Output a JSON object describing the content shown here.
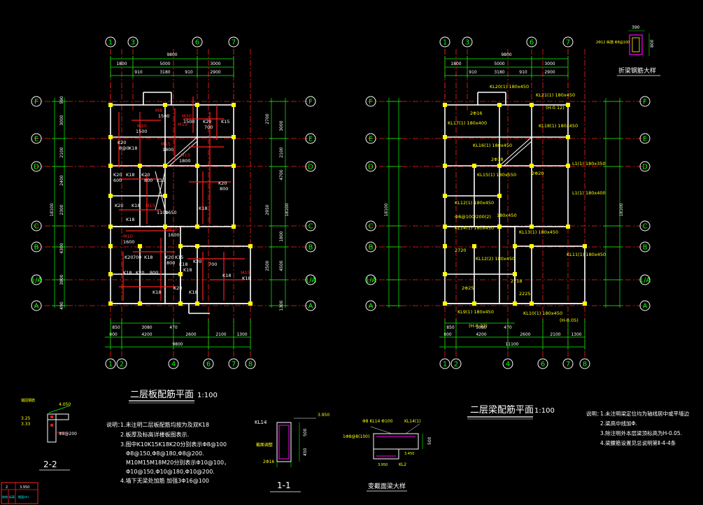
{
  "colors": {
    "background": "#000000",
    "wall": "#ffffff",
    "axis": "#ff2020",
    "dim": "#00ff00",
    "rebar": "#ff2020",
    "beam_label": "#ffff00",
    "note": "#ffffff",
    "bubble_fill": "#00ff00",
    "highlight": "#ff00ff",
    "blue": "#3a7cff"
  },
  "left_plan": {
    "title": "二层板配筋平面",
    "scale": "1:100",
    "top_axes": [
      "1",
      "3",
      "6",
      "7"
    ],
    "bottom_axes": [
      "1",
      "2",
      "4",
      "6",
      "7",
      "8"
    ],
    "left_axes": [
      "F",
      "E",
      "D",
      "C",
      "B",
      "1/A",
      "A"
    ],
    "right_axes": [
      "F",
      "E",
      "D",
      "C",
      "B",
      "1/A",
      "A"
    ],
    "top_dim_total": "9800",
    "top_dims_1": [
      "1800",
      "5000",
      "3000"
    ],
    "top_dims_2": [
      "910",
      "3180",
      "910",
      "2900"
    ],
    "bottom_dims_1": [
      "850",
      "3080",
      "470"
    ],
    "bottom_dims_2": [
      "800",
      "4200",
      "2600",
      "2100",
      "1300"
    ],
    "bottom_dim_total": "9800",
    "left_dims": [
      "590",
      "3000",
      "2100",
      "2400",
      "2300",
      "4300",
      "3900",
      "490"
    ],
    "left_total": "18100",
    "right_dims": [
      "2700",
      "3000",
      "2100",
      "2950",
      "4700",
      "1800",
      "2500",
      "4500",
      "1300"
    ],
    "right_total": "18100",
    "labels": [
      "M8",
      "1500",
      "M20",
      "1500",
      "M20",
      "1500",
      "K20",
      "8@0",
      "K18",
      "M15",
      "K20",
      "700",
      "K15",
      "M15",
      "1800",
      "M15",
      "1800",
      "K20",
      "600",
      "K18",
      "K20",
      "800",
      "K15",
      "K20",
      "K18",
      "M15",
      "K20",
      "800",
      "K18",
      "K18",
      "M10",
      "1600",
      "M10",
      "1600",
      "K20",
      "700",
      "K18",
      "K20",
      "800",
      "K15",
      "K18",
      "K20",
      "800",
      "K18",
      "K18",
      "K20",
      "700",
      "K18",
      "M15",
      "K18",
      "K18",
      "K20",
      "K18",
      "1100",
      "1650"
    ]
  },
  "right_plan": {
    "title": "二层梁配筋平面",
    "scale": "1:100",
    "top_axes": [
      "1",
      "3",
      "6",
      "7"
    ],
    "bottom_axes": [
      "1",
      "2",
      "4",
      "6",
      "7",
      "8"
    ],
    "left_axes": [
      "F",
      "E",
      "D",
      "C",
      "B",
      "1/A",
      "A"
    ],
    "right_axes": [
      "F",
      "E",
      "D",
      "C",
      "B",
      "1/A",
      "A"
    ],
    "top_dim_total": "9800",
    "top_dims_1": [
      "1800",
      "5000",
      "3000"
    ],
    "top_dims_2": [
      "910",
      "3180",
      "910",
      "2900"
    ],
    "bottom_dims_1": [
      "850",
      "3080",
      "470"
    ],
    "bottom_dims_2": [
      "800",
      "4200",
      "2600",
      "2100",
      "1300"
    ],
    "bottom_dim_total": "11100",
    "left_total": "18100",
    "right_total": "18100",
    "beam_labels": [
      "KL20(1) 180x450",
      "KL21(1) 180x450",
      "KL17(1) 180x400",
      "KL16(1) 180x450",
      "KL15(1) 180x550",
      "KL18(1) 180x450",
      "L1(1) 180x350",
      "L1(1) 180x400",
      "KL12(1) 180x450",
      "KL14(1) 180x450",
      "KL13(1) 180x450",
      "KL12(2) 180x450",
      "KL11(1) 180x450",
      "KL10(1) 180x450",
      "KL9(1) 180x450",
      "2Φ16",
      "2Φ18",
      "2Φ20",
      "2Φ25",
      "Φ8@100/200(2)",
      "(H-0.12)",
      "(H-0.27)",
      "(H-0.05)",
      "180x450",
      "2225",
      "2720",
      "2718"
    ]
  },
  "detail_zheliang": {
    "title": "折梁钢筋大样",
    "dim_top": "390",
    "dim_side": "800",
    "note": "2Φ12 纵筋 Φ8@100"
  },
  "section_22": {
    "title": "2-2",
    "elev_top": "4.050",
    "elev_1": "3.25",
    "elev_2": "3.33",
    "rebar": "Φ8@200",
    "label": "锚固钢筋"
  },
  "section_11": {
    "title": "1-1",
    "beam": "KL14",
    "elev": "3.950",
    "dim_1": "500",
    "dim_2": "450",
    "rebar": "2Φ16",
    "label": "截面调整"
  },
  "detail_bianjie": {
    "title": "变截面梁大样",
    "beam_1": "Φ8 KL14 Φ100",
    "beam_2": "KL14(1)",
    "rebar": "1Φ8@8(100)",
    "beam_3": "KL2",
    "elev_1": "3.450",
    "elev_2": "3.950",
    "dim": "500"
  },
  "notes_left": {
    "heading": "说明：",
    "lines": [
      "1.未注明二层板配筋均按为及双K18",
      "2.板厚及标高详楼板图表示.",
      "3.图中K10K15K18K20分别表示Φ8@100",
      "Φ8@150,Φ8@180,Φ8@200.",
      "M10M15M18M20分别表示Φ10@100，",
      "Φ10@150,Φ10@180,Φ10@200.",
      "4.墙下无梁处加筋 加强3Φ16@100"
    ]
  },
  "notes_right": {
    "heading": "说明：",
    "lines": [
      "1.未注明梁定位均为轴线居中或平墙边",
      "2.梁高中线加Φ.",
      "3.除注明外本层梁顶标高为H-0.05.",
      "4.梁腰筋设置见总说明第Ⅱ-4-4条"
    ]
  },
  "title_block": {
    "row1": [
      "2",
      "3.950"
    ],
    "row2": [
      "结构",
      "标高",
      "楼面(m)"
    ]
  }
}
